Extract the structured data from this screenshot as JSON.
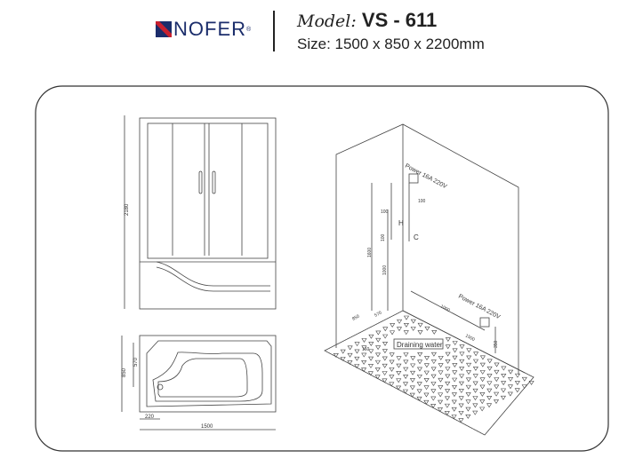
{
  "header": {
    "brand": "NOFER",
    "registered": "®",
    "model_label": "Model:",
    "model_value": "VS - 611",
    "size": "Size: 1500 x 850 x 2200mm"
  },
  "front_view": {
    "height": "2180"
  },
  "top_view": {
    "depth": "850",
    "inner": "570",
    "offset": "220",
    "width": "1500"
  },
  "iso_view": {
    "power_top": "Power 16A 220V",
    "power_side": "Power 16A 220V",
    "hot": "H",
    "cold": "C",
    "dim_100a": "100",
    "dim_100b": "100",
    "dim_100c": "100",
    "dim_1600": "1600",
    "dim_1000": "1000",
    "dim_1000b": "1000",
    "dim_850": "850",
    "dim_570": "570",
    "dim_1500": "1500",
    "dim_350": "350",
    "dim_160": "160",
    "drain": "Draining water"
  }
}
